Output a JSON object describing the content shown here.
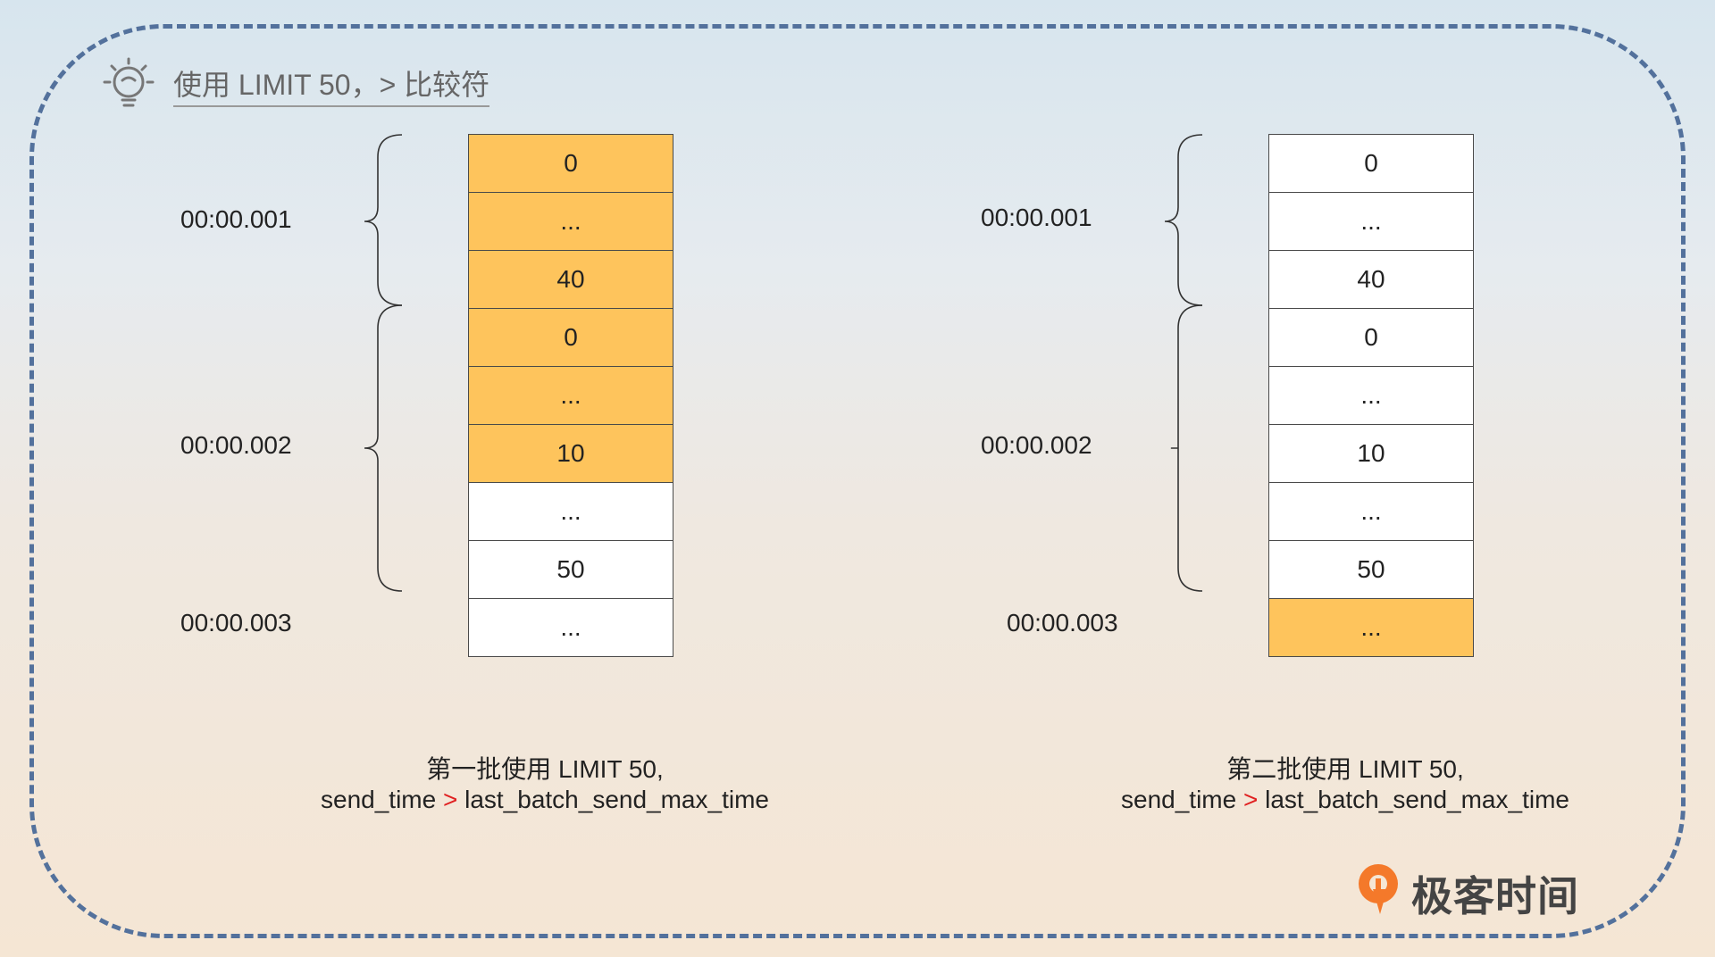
{
  "header": {
    "title": "使用 LIMIT 50，> 比较符"
  },
  "left": {
    "timestamps": [
      "00:00.001",
      "00:00.002",
      "00:00.003"
    ],
    "cells": [
      {
        "label": "0",
        "highlighted": true
      },
      {
        "label": "...",
        "highlighted": true
      },
      {
        "label": "40",
        "highlighted": true
      },
      {
        "label": "0",
        "highlighted": true
      },
      {
        "label": "...",
        "highlighted": true
      },
      {
        "label": "10",
        "highlighted": true
      },
      {
        "label": "...",
        "highlighted": false
      },
      {
        "label": "50",
        "highlighted": false
      },
      {
        "label": "...",
        "highlighted": false
      }
    ],
    "caption_line1": "第一批使用 LIMIT 50,",
    "caption_pre": "send_time ",
    "caption_op": ">",
    "caption_post": " last_batch_send_max_time"
  },
  "right": {
    "timestamps": [
      "00:00.001",
      "00:00.002",
      "00:00.003"
    ],
    "cells": [
      {
        "label": "0",
        "highlighted": false
      },
      {
        "label": "...",
        "highlighted": false
      },
      {
        "label": "40",
        "highlighted": false
      },
      {
        "label": "0",
        "highlighted": false
      },
      {
        "label": "...",
        "highlighted": false
      },
      {
        "label": "10",
        "highlighted": false
      },
      {
        "label": "...",
        "highlighted": false
      },
      {
        "label": "50",
        "highlighted": false
      },
      {
        "label": "...",
        "highlighted": true
      }
    ],
    "caption_line1": "第二批使用 LIMIT 50,",
    "caption_pre": "send_time ",
    "caption_op": ">",
    "caption_post": " last_batch_send_max_time"
  },
  "brand": {
    "name": "极客时间"
  },
  "colors": {
    "highlight": "#fec45c",
    "frame": "#53719c",
    "operator": "#e02020"
  }
}
